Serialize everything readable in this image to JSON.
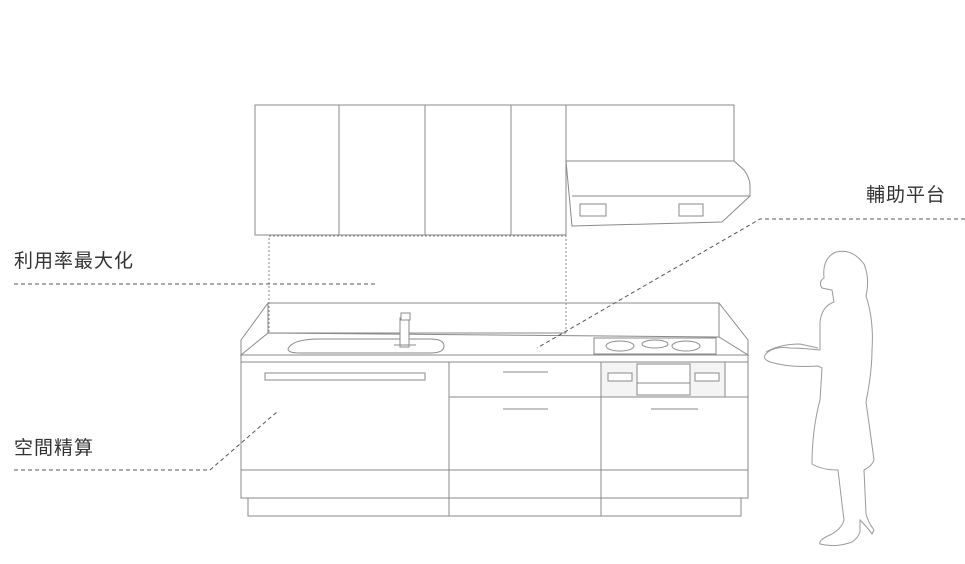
{
  "labels": {
    "auxiliary_counter": "輔助平台",
    "maximize_usage": "利用率最大化",
    "space_calculation": "空間精算"
  },
  "colors": {
    "line": "#8a8a8a",
    "fill": "#ffffff",
    "panel_fill": "#f4f4f4",
    "text": "#333333",
    "dash": "#555555"
  }
}
